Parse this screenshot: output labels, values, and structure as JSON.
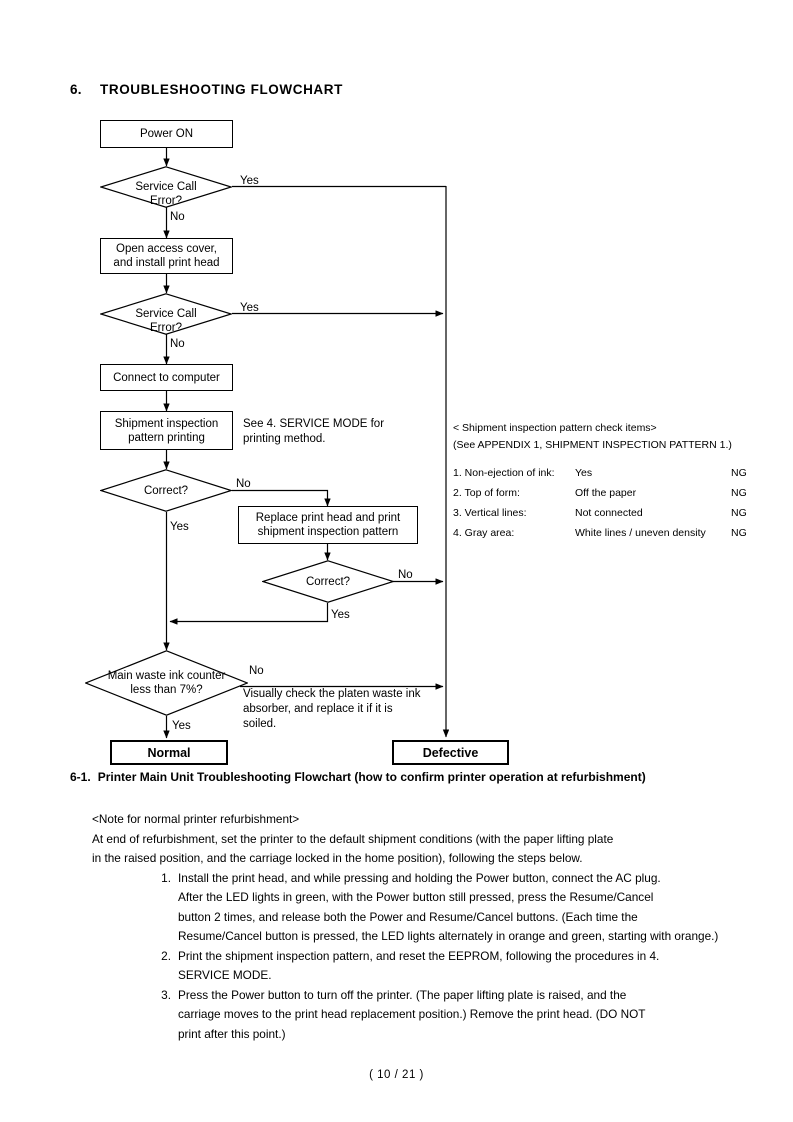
{
  "heading": {
    "number": "6.",
    "title": "TROUBLESHOOTING FLOWCHART"
  },
  "flowchart": {
    "nodes": {
      "power_on": "Power ON",
      "service_call_error_1": "Service Call\nError?",
      "open_access_cover": "Open access cover,\nand install print head",
      "service_call_error_2": "Service Call\nError?",
      "connect_to_computer": "Connect to computer",
      "shipment_inspection": "Shipment inspection\npattern printing",
      "correct_1": "Correct?",
      "replace_print_head": "Replace print head and print\nshipment inspection pattern",
      "correct_2": "Correct?",
      "waste_ink_counter": "Main waste ink counter\nless than 7%?",
      "normal": "Normal",
      "defective": "Defective"
    },
    "node_lines": {
      "power_on": [
        "Power ON"
      ],
      "service_call_error_1": [
        "Service Call",
        "Error?"
      ],
      "open_access_cover": [
        "Open access cover,",
        "and install print head"
      ],
      "service_call_error_2": [
        "Service Call",
        "Error?"
      ],
      "connect_to_computer": [
        "Connect to computer"
      ],
      "shipment_inspection": [
        "Shipment inspection",
        "pattern printing"
      ],
      "correct_1": [
        "Correct?"
      ],
      "replace_print_head": [
        "Replace print head and print",
        "shipment inspection pattern"
      ],
      "correct_2": [
        "Correct?"
      ],
      "waste_ink_counter": [
        "Main waste ink counter",
        "less than 7%?"
      ],
      "normal": [
        "Normal"
      ],
      "defective": [
        "Defective"
      ]
    },
    "edge_labels": {
      "yes_1": "Yes",
      "no_1": "No",
      "yes_2": "Yes",
      "no_2": "No",
      "no_correct_1": "No",
      "yes_correct_1": "Yes",
      "no_correct_2": "No",
      "yes_correct_2": "Yes",
      "no_waste": "No",
      "yes_waste": "Yes"
    },
    "side_notes": {
      "service_mode": [
        "See 4. SERVICE MODE for",
        "printing method."
      ],
      "platen_check": [
        "Visually check the platen waste ink",
        "absorber, and replace it if it is",
        "soiled."
      ]
    }
  },
  "check_items": {
    "title": "< Shipment inspection pattern check items>",
    "subtitle": "(See APPENDIX 1, SHIPMENT INSPECTION PATTERN 1.)",
    "rows": [
      {
        "label": "1. Non-ejection of ink:",
        "value": "Yes",
        "result": "NG"
      },
      {
        "label": "2. Top of form:",
        "value": "Off the paper",
        "result": "NG"
      },
      {
        "label": "3. Vertical lines:",
        "value": "Not connected",
        "result": "NG"
      },
      {
        "label": "4. Gray area:",
        "value": "White lines / uneven density",
        "result": "NG"
      }
    ]
  },
  "caption": {
    "number": "6-1.",
    "text": "Printer Main Unit Troubleshooting Flowchart (how to confirm printer operation at refurbishment)"
  },
  "notes": {
    "title": "<Note for normal printer refurbishment>",
    "intro_lines": [
      "At end of refurbishment, set the printer to the default shipment conditions (with the paper lifting plate",
      "in the raised position, and the carriage locked in the home position), following the steps below."
    ],
    "steps": [
      {
        "number": "1.",
        "lines": [
          "Install the print head, and while pressing and holding the Power button, connect the AC plug.",
          "After the LED lights in green, with the Power button still pressed, press the Resume/Cancel",
          "button 2 times, and release both the Power and Resume/Cancel buttons. (Each time the",
          "Resume/Cancel button is pressed, the LED lights alternately in orange and green, starting",
          "with orange.)"
        ]
      },
      {
        "number": "2.",
        "lines": [
          "Print the shipment inspection pattern, and reset the EEPROM, following the procedures in 4.",
          "SERVICE MODE."
        ]
      },
      {
        "number": "3.",
        "lines": [
          "Press the Power button to turn off the printer. (The paper lifting plate is raised, and the",
          "carriage moves to the print head replacement position.) Remove the print head. (DO NOT",
          "print after this point.)"
        ]
      }
    ]
  },
  "footer": {
    "page_number": "( 10 / 21 )"
  }
}
